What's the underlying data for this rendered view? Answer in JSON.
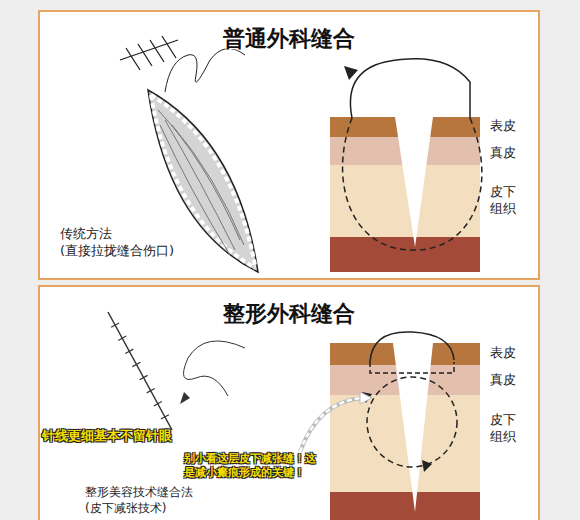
{
  "diagram": {
    "nodes": [
      {
        "text": [
          "普通外科缝合"
        ]
      },
      {
        "text": [
          "整形外科缝合"
        ]
      }
    ],
    "labels": [
      "表皮",
      "真皮",
      "皮下组织",
      "传统方法 (直接拉拢缝合伤口)",
      "表皮",
      "真皮",
      "皮下组织",
      "针线更细基本不留针眼",
      "别小看这层皮下减张缝！这是减小瘢痕形成的关键！",
      "整形美容技术缝合法 (皮下减张技术)"
    ]
  }
}
